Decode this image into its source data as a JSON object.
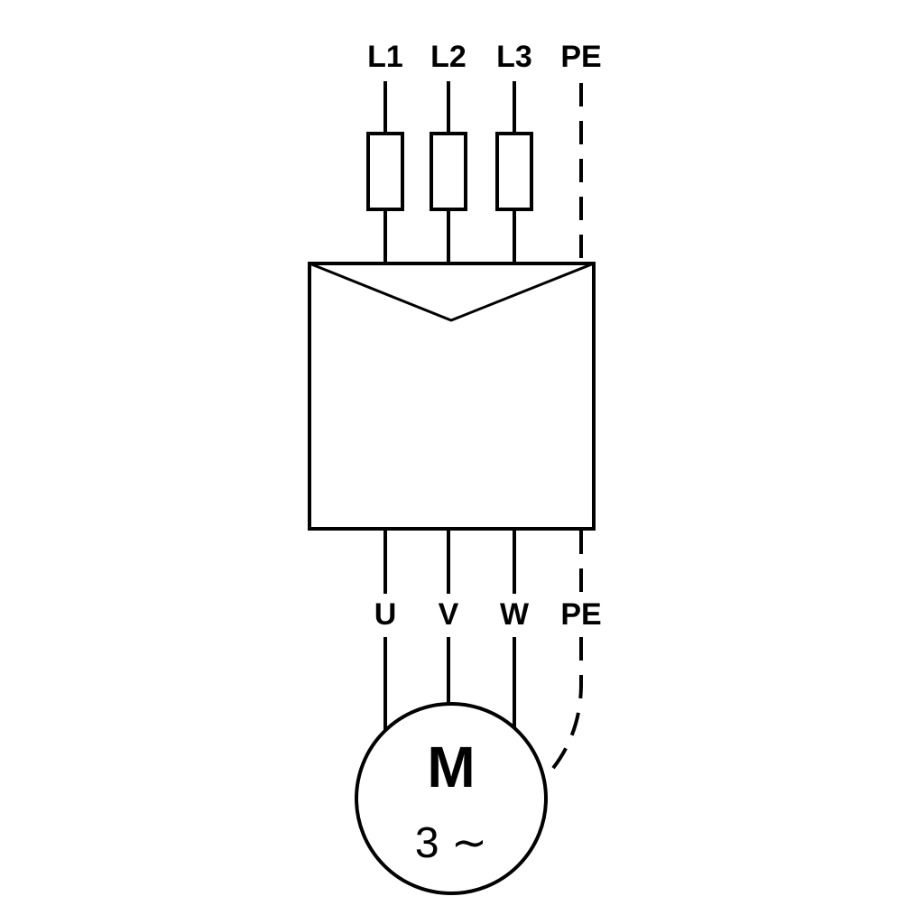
{
  "diagram": {
    "kind": "three-phase-motor-wiring-diagram",
    "colors": {
      "line": "#000000",
      "background": "#ffffff"
    },
    "top_terminals": [
      "L1",
      "L2",
      "L3",
      "PE"
    ],
    "bottom_terminals": [
      "U",
      "V",
      "W",
      "PE"
    ],
    "motor": {
      "label": "M",
      "phase": "3 ∼"
    }
  }
}
